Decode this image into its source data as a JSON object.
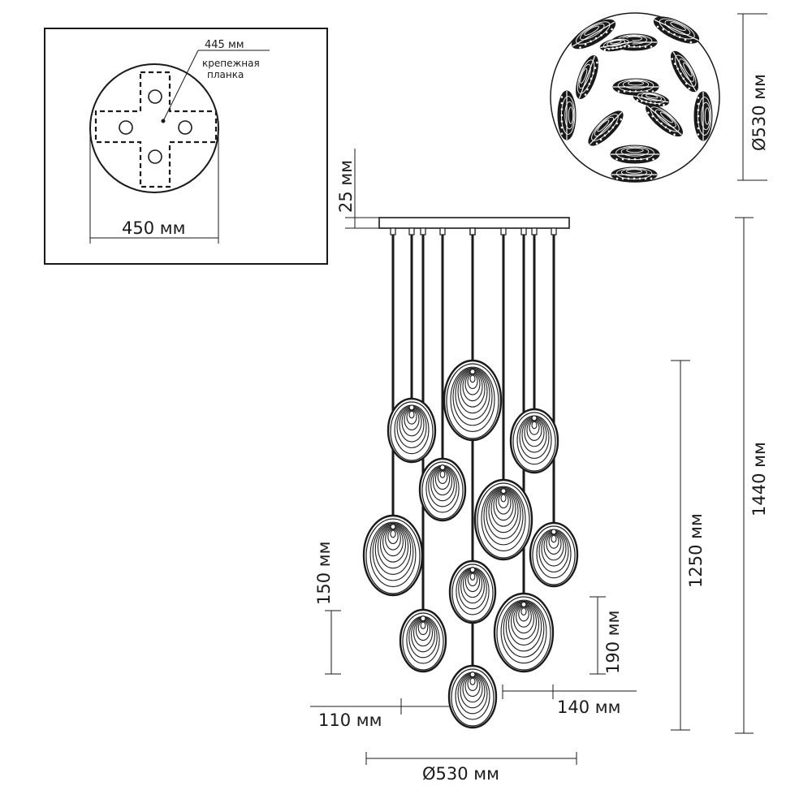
{
  "colors": {
    "ink": "#1a1a1a",
    "background": "#ffffff"
  },
  "mount_detail": {
    "dim_plate": "445 мм",
    "label_line1": "крепежная",
    "label_line2": "планка",
    "dim_canopy": "450 мм"
  },
  "top_view": {
    "dim_diameter": "Ø530 мм"
  },
  "dimensions": {
    "canopy_height": "25 мм",
    "total_height": "1440 мм",
    "cable_height": "1250 мм",
    "small_shade_height": "150 мм",
    "large_shade_height": "190 мм",
    "small_shade_width": "110 мм",
    "large_shade_width": "140 мм",
    "fixture_diameter": "Ø530 мм"
  }
}
